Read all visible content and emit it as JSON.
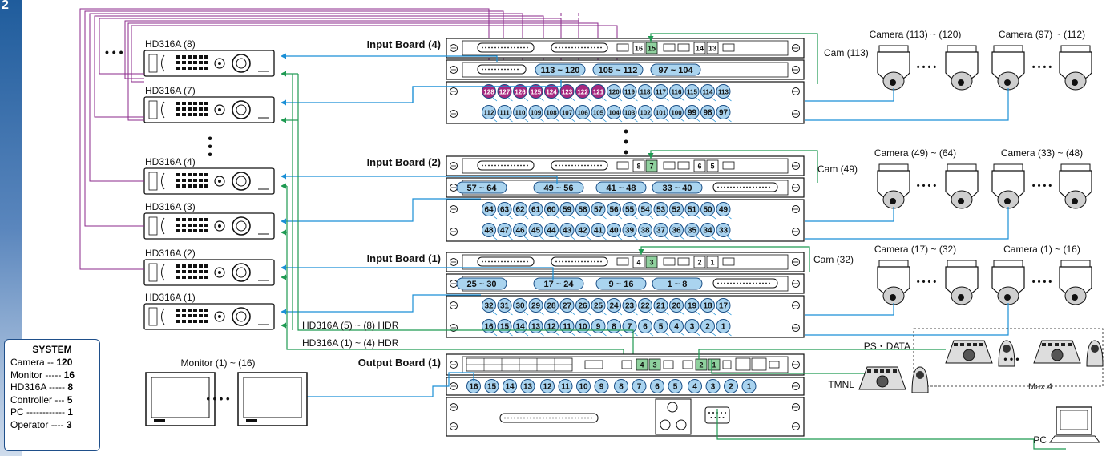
{
  "sidebar_label": "2",
  "dvrs": [
    {
      "label": "HD316A (8)"
    },
    {
      "label": "HD316A (7)"
    },
    {
      "label": "HD316A (4)"
    },
    {
      "label": "HD316A (3)"
    },
    {
      "label": "HD316A (2)"
    },
    {
      "label": "HD316A (1)"
    }
  ],
  "ellipsis": "• • •",
  "input_boards": [
    {
      "title": "Input Board (4)",
      "groups": [
        "113 ~ 120",
        "105 ~ 112",
        "97 ~ 104"
      ],
      "top_ports": [
        "128",
        "127",
        "126",
        "125",
        "124",
        "123",
        "122",
        "121",
        "120",
        "119",
        "118",
        "117",
        "116",
        "115",
        "114",
        "113"
      ],
      "bottom_ports": [
        "112",
        "111",
        "110",
        "109",
        "108",
        "107",
        "106",
        "105",
        "104",
        "103",
        "102",
        "101",
        "100",
        "99",
        "98",
        "97"
      ],
      "conn_labels": [
        "16",
        "15",
        "14",
        "13"
      ],
      "cam_label": "Cam (113)",
      "cam_group_a": "Camera (113) ~ (120)",
      "cam_group_b": "Camera (97) ~ (112)"
    },
    {
      "title": "Input Board (2)",
      "groups": [
        "57 ~ 64",
        "49 ~ 56",
        "41 ~ 48",
        "33 ~ 40"
      ],
      "top_ports": [
        "64",
        "63",
        "62",
        "61",
        "60",
        "59",
        "58",
        "57",
        "56",
        "55",
        "54",
        "53",
        "52",
        "51",
        "50",
        "49"
      ],
      "bottom_ports": [
        "48",
        "47",
        "46",
        "45",
        "44",
        "43",
        "42",
        "41",
        "40",
        "39",
        "38",
        "37",
        "36",
        "35",
        "34",
        "33"
      ],
      "conn_labels": [
        "8",
        "7",
        "6",
        "5"
      ],
      "cam_label": "Cam (49)",
      "cam_group_a": "Camera (49) ~ (64)",
      "cam_group_b": "Camera (33) ~ (48)"
    },
    {
      "title": "Input Board (1)",
      "groups": [
        "25 ~ 30",
        "17 ~ 24",
        "9 ~ 16",
        "1 ~ 8"
      ],
      "top_ports": [
        "32",
        "31",
        "30",
        "29",
        "28",
        "27",
        "26",
        "25",
        "24",
        "23",
        "22",
        "21",
        "20",
        "19",
        "18",
        "17"
      ],
      "bottom_ports": [
        "16",
        "15",
        "14",
        "13",
        "12",
        "11",
        "10",
        "9",
        "8",
        "7",
        "6",
        "5",
        "4",
        "3",
        "2",
        "1"
      ],
      "conn_labels": [
        "4",
        "3",
        "2",
        "1"
      ],
      "cam_label": "Cam (32)",
      "cam_group_a": "Camera (17) ~ (32)",
      "cam_group_b": "Camera (1) ~ (16)"
    }
  ],
  "output_board": {
    "title": "Output Board (1)",
    "ports": [
      "16",
      "15",
      "14",
      "13",
      "12",
      "11",
      "10",
      "9",
      "8",
      "7",
      "6",
      "5",
      "4",
      "3",
      "2",
      "1"
    ],
    "conn_labels": [
      "4",
      "3",
      "2",
      "1"
    ]
  },
  "hdr_labels": [
    "HD316A (5) ~ (8) HDR",
    "HD316A (1) ~ (4) HDR"
  ],
  "monitor_label": "Monitor (1) ~ (16)",
  "monitor_ellipsis": "• • • •",
  "controllers": {
    "ps_data": "PS・DATA",
    "tmnl": "TMNL",
    "max": "Max.4",
    "pc": "PC"
  },
  "system": {
    "title": "SYSTEM",
    "rows": [
      {
        "label": "Camera -- ",
        "value": "120"
      },
      {
        "label": "Monitor ----- ",
        "value": "16"
      },
      {
        "label": "HD316A ----- ",
        "value": "8"
      },
      {
        "label": "Controller --- ",
        "value": "5"
      },
      {
        "label": "PC ------------ ",
        "value": "1"
      },
      {
        "label": "Operator ---- ",
        "value": "3"
      }
    ]
  },
  "colors": {
    "purple": "#8b2a8b",
    "blue": "#1a8fd6",
    "green": "#1e9a52",
    "port_blue": "#a9d3ef",
    "port_purple": "#a8287f",
    "group_fill": "#aad4ef",
    "board_fill": "#ffffff"
  }
}
